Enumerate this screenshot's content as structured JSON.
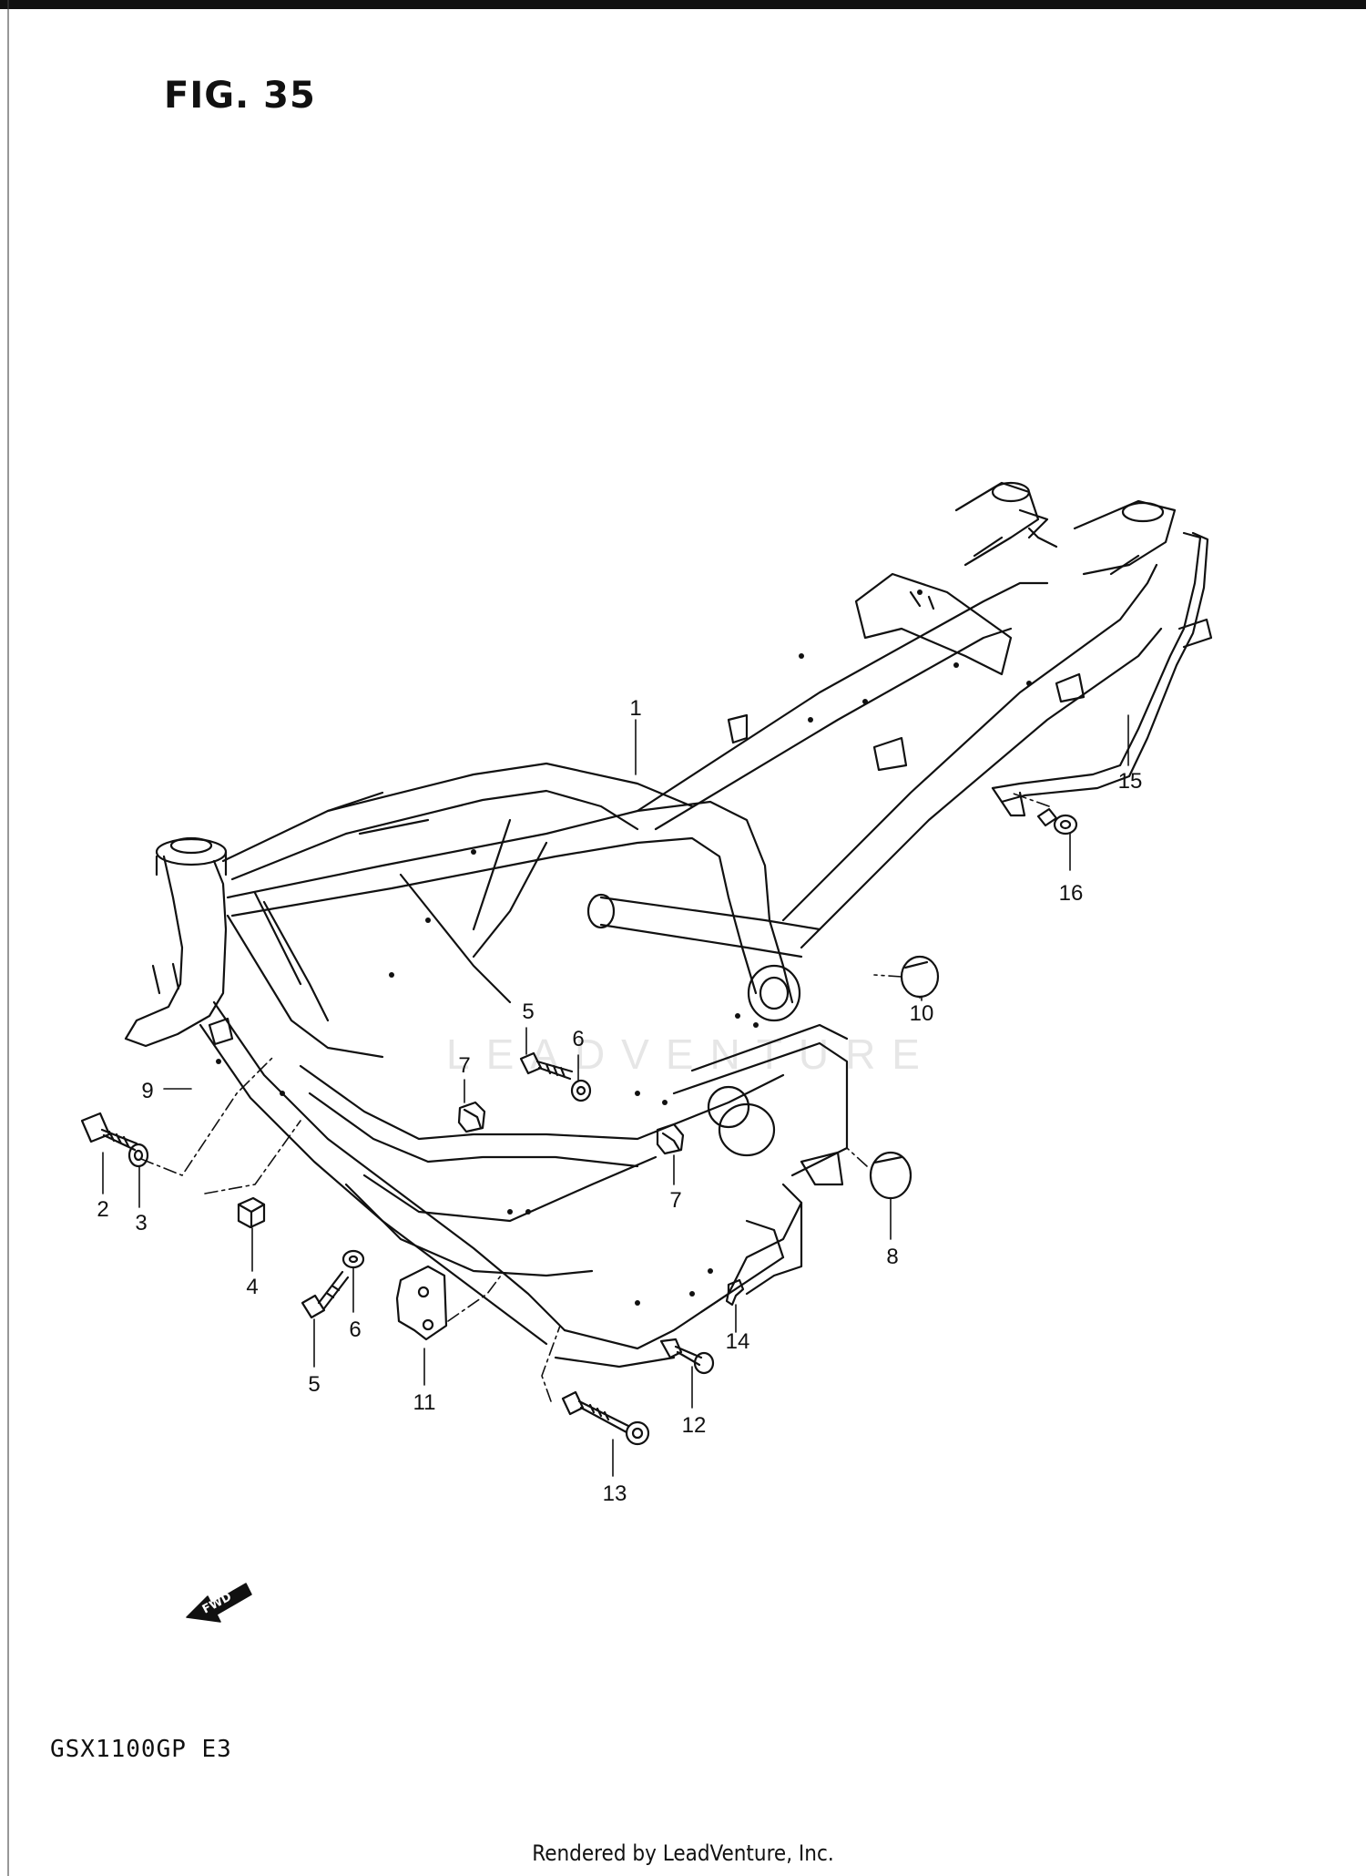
{
  "figure": {
    "title": "FIG. 35"
  },
  "model_code": "GSX1100GP E3",
  "credit": "Rendered by LeadVenture, Inc.",
  "watermark": "LEADVENTURE",
  "fwd_badge": "FWD",
  "callouts": [
    "1",
    "2",
    "3",
    "4",
    "5",
    "5",
    "6",
    "6",
    "7",
    "7",
    "8",
    "9",
    "10",
    "11",
    "12",
    "13",
    "14",
    "15",
    "16"
  ]
}
